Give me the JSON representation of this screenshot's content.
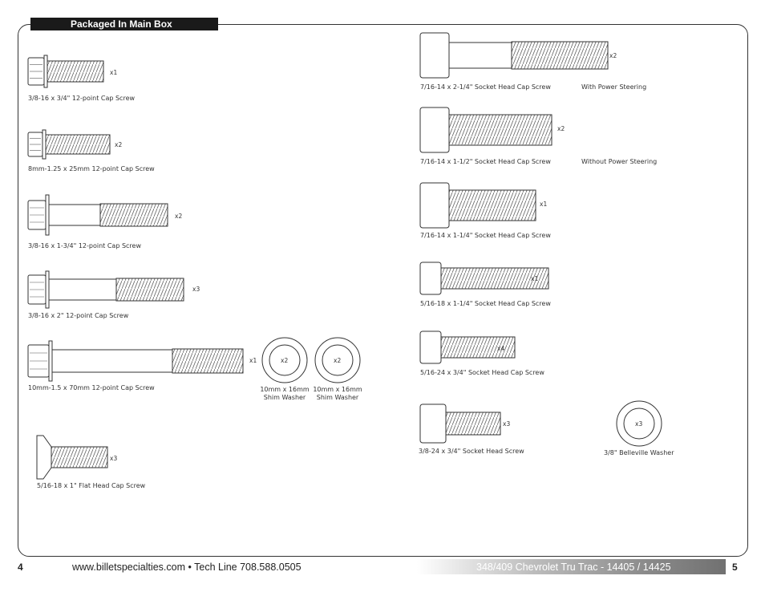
{
  "section_header": "Packaged In Main Box",
  "left_items": [
    {
      "label": "3/8-16 x 3/4\" 12-point Cap Screw",
      "qty": "x1"
    },
    {
      "label": "8mm-1.25 x 25mm 12-point Cap Screw",
      "qty": "x2"
    },
    {
      "label": "3/8-16 x 1-3/4\" 12-point Cap Screw",
      "qty": "x2"
    },
    {
      "label": "3/8-16 x 2\" 12-point Cap Screw",
      "qty": "x3"
    },
    {
      "label": "10mm-1.5 x 70mm 12-point Cap Screw",
      "qty": "x1"
    },
    {
      "label": "5/16-18 x 1\" Flat Head Cap Screw",
      "qty": "x3"
    }
  ],
  "washers_left": [
    {
      "label": "10mm x 16mm Shim Washer",
      "qty": "x2"
    },
    {
      "label": "10mm x 16mm Shim Washer",
      "qty": "x2"
    }
  ],
  "right_items": [
    {
      "label": "7/16-14 x 2-1/4\" Socket Head Cap Screw",
      "qty": "x2",
      "note": "With Power Steering"
    },
    {
      "label": "7/16-14 x 1-1/2\" Socket Head Cap Screw",
      "qty": "x2",
      "note": "Without Power Steering"
    },
    {
      "label": "7/16-14 x 1-1/4\" Socket Head Cap Screw",
      "qty": "x1"
    },
    {
      "label": "5/16-18 x 1-1/4\" Socket Head Cap Screw",
      "qty": "x1"
    },
    {
      "label": "5/16-24 x 3/4\" Socket Head Cap Screw",
      "qty": "x4"
    },
    {
      "label": "3/8-24 x 3/4\" Socket Head Screw",
      "qty": "x3"
    }
  ],
  "belleville": {
    "label": "3/8\" Belleville Washer",
    "qty": "x3"
  },
  "footer": {
    "left_page": "4",
    "website": "www.billetspecialties.com • Tech Line 708.588.0505",
    "title": "348/409 Chevrolet Tru Trac - 14405 / 14425",
    "right_page": "5"
  }
}
